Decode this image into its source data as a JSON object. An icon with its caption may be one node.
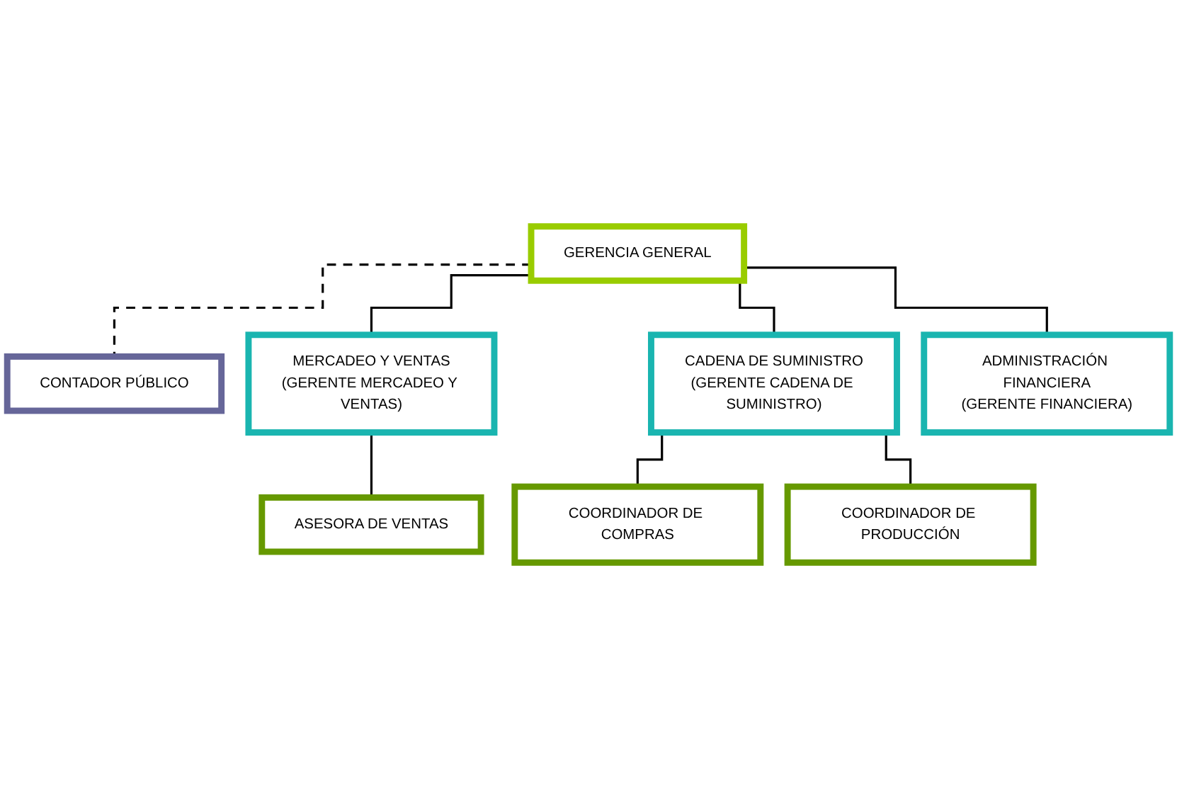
{
  "diagram": {
    "nodes": [
      {
        "text": [
          "GERENCIA GENERAL"
        ]
      },
      {
        "text": [
          "CONTADOR PÚBLICO"
        ]
      },
      {
        "text": [
          "MERCADEO Y VENTAS",
          "(GERENTE MERCADEO Y VENTAS)"
        ]
      },
      {
        "text": [
          "CADENA DE SUMINISTRO",
          "(GERENTE CADENA DE SUMINISTRO)"
        ]
      },
      {
        "text": [
          "ADMINISTRACIÓN FINANCIERA",
          "(GERENTE FINANCIERA)"
        ]
      },
      {
        "text": [
          "ASESORA DE VENTAS"
        ]
      },
      {
        "text": [
          "COORDINADOR DE COMPRAS"
        ]
      },
      {
        "text": [
          "COORDINADOR DE PRODUCCIÓN"
        ]
      }
    ],
    "edges": [
      {
        "from": 0,
        "to": 1,
        "arrow": "none",
        "style": "dashed"
      },
      {
        "from": 0,
        "to": 2,
        "arrow": "none"
      },
      {
        "from": 0,
        "to": 3,
        "arrow": "none"
      },
      {
        "from": 0,
        "to": 4,
        "arrow": "none"
      },
      {
        "from": 2,
        "to": 5,
        "arrow": "none"
      },
      {
        "from": 3,
        "to": 6,
        "arrow": "none"
      },
      {
        "from": 3,
        "to": 7,
        "arrow": "none"
      }
    ]
  }
}
